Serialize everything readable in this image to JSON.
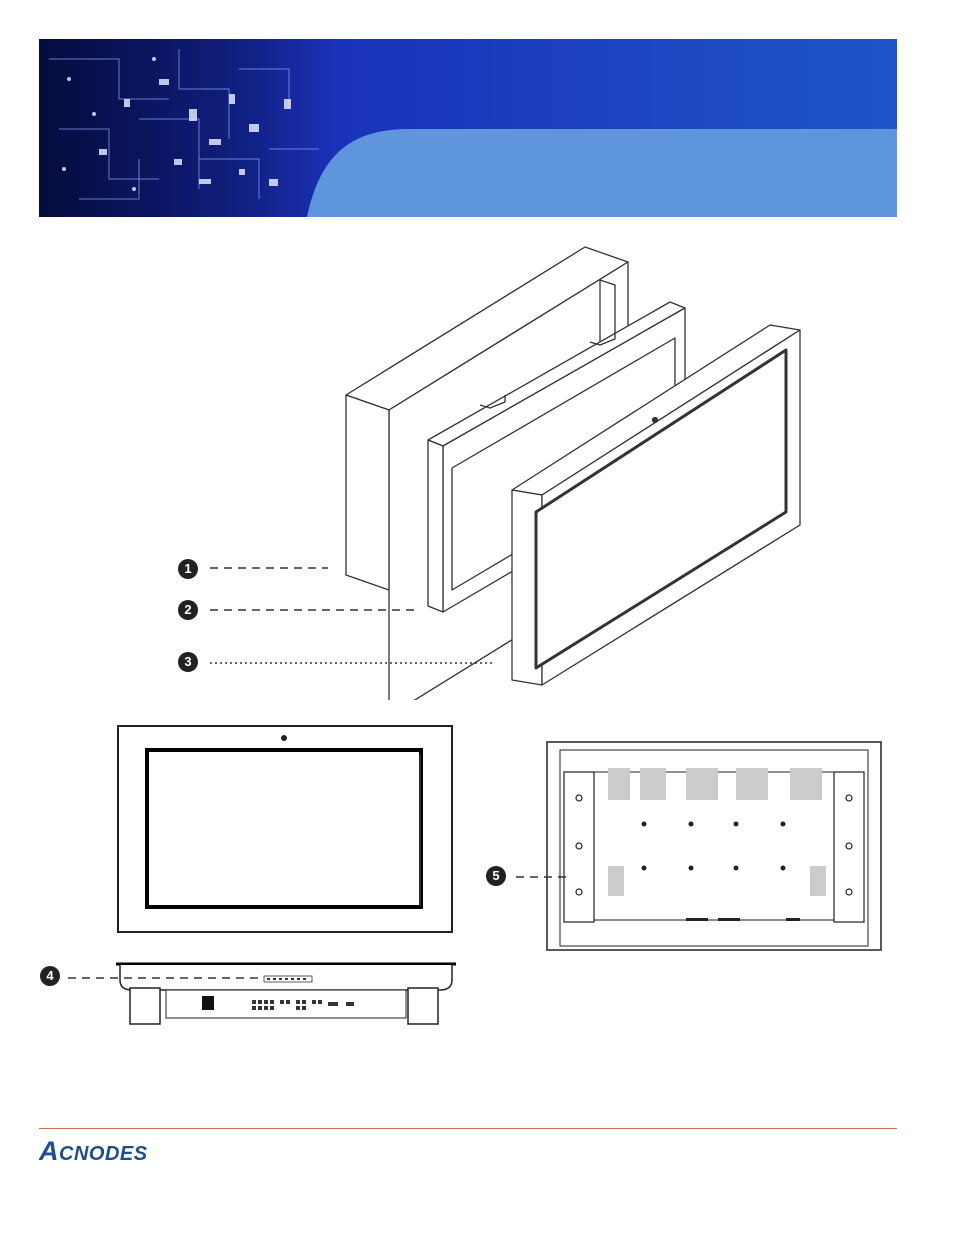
{
  "header": {
    "gradient_start": "#1a2fb8",
    "gradient_end": "#1e55c8",
    "wave_color": "#5f95dc"
  },
  "callouts": [
    {
      "number": "1"
    },
    {
      "number": "2"
    },
    {
      "number": "3"
    },
    {
      "number": "4"
    },
    {
      "number": "5"
    }
  ],
  "footer": {
    "logo_text": "Acnodes",
    "rule_color": "#d2704a",
    "logo_color": "#1f4d8f"
  }
}
